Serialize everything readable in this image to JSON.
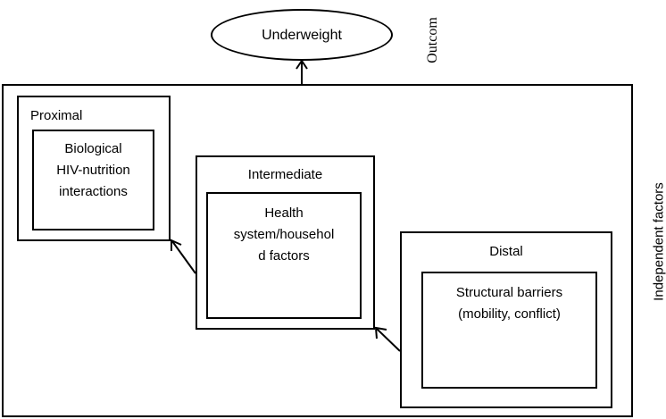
{
  "outcome": {
    "oval_label": "Underweight",
    "side_label": "Outcom"
  },
  "independent_label": "Independent factors",
  "proximal": {
    "title": "Proximal",
    "inner_lines": [
      "Biological",
      "HIV-nutrition",
      "interactions"
    ]
  },
  "intermediate": {
    "title": "Intermediate",
    "inner_lines": [
      "Health",
      "system/househol",
      "d factors"
    ]
  },
  "distal": {
    "title": "Distal",
    "inner_lines": [
      "Structural barriers",
      "(mobility, conflict)"
    ]
  },
  "colors": {
    "line": "#000000",
    "background": "#ffffff"
  }
}
